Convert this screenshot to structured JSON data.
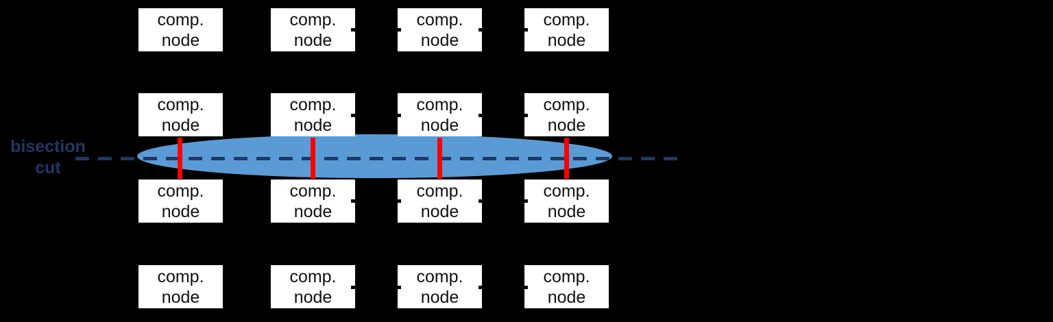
{
  "grid": {
    "rows": 4,
    "cols": 4,
    "node_label": "comp.\nnode"
  },
  "bisection": {
    "label": "bisection\ncut"
  },
  "colors": {
    "background": "#000000",
    "node_fill": "#ffffff",
    "node_text": "#111111",
    "cut_dash_line": "#1f3864",
    "label_text": "#1f3864",
    "highlight_ellipse": "#5b9bd5",
    "cut_link": "#ff0000",
    "link_stub": "#000000"
  }
}
